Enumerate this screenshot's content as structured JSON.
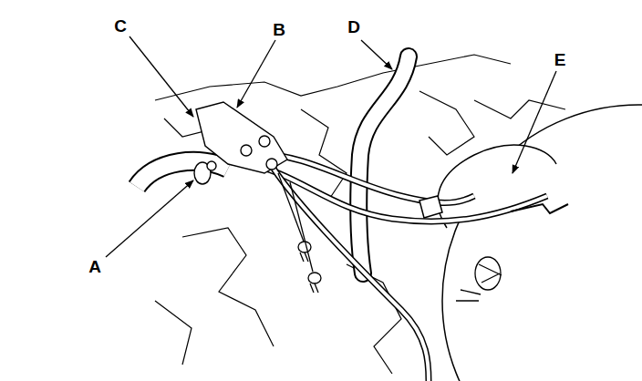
{
  "diagram": {
    "labels": [
      "C",
      "B",
      "D",
      "E",
      "A"
    ]
  }
}
